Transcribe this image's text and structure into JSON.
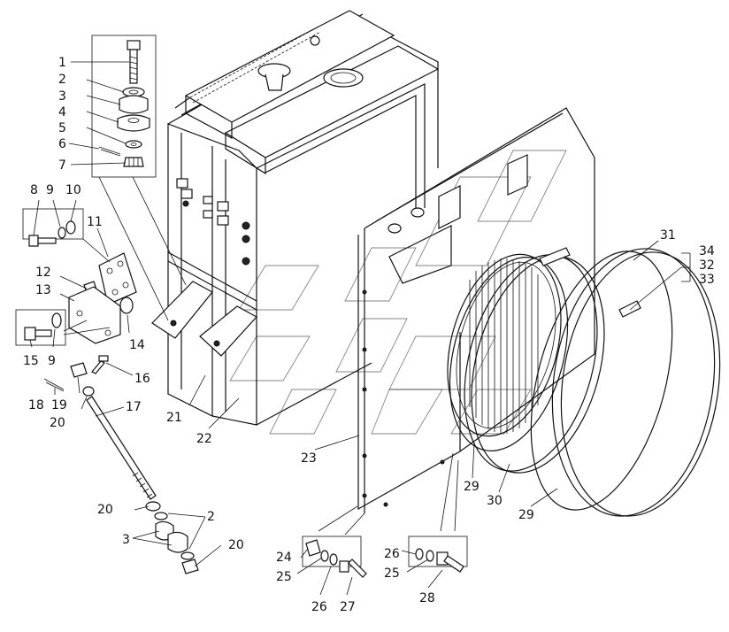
{
  "diagram": {
    "callouts": [
      {
        "id": "c1",
        "text": "1"
      },
      {
        "id": "c2",
        "text": "2"
      },
      {
        "id": "c3",
        "text": "3"
      },
      {
        "id": "c4",
        "text": "4"
      },
      {
        "id": "c5",
        "text": "5"
      },
      {
        "id": "c6",
        "text": "6"
      },
      {
        "id": "c7",
        "text": "7"
      },
      {
        "id": "c8",
        "text": "8"
      },
      {
        "id": "c9a",
        "text": "9"
      },
      {
        "id": "c10",
        "text": "10"
      },
      {
        "id": "c11",
        "text": "11"
      },
      {
        "id": "c12",
        "text": "12"
      },
      {
        "id": "c13",
        "text": "13"
      },
      {
        "id": "c14",
        "text": "14"
      },
      {
        "id": "c15",
        "text": "15"
      },
      {
        "id": "c9b",
        "text": "9"
      },
      {
        "id": "c16",
        "text": "16"
      },
      {
        "id": "c17",
        "text": "17"
      },
      {
        "id": "c18",
        "text": "18"
      },
      {
        "id": "c19",
        "text": "19"
      },
      {
        "id": "c20a",
        "text": "20"
      },
      {
        "id": "c21",
        "text": "21"
      },
      {
        "id": "c22",
        "text": "22"
      },
      {
        "id": "c23",
        "text": "23"
      },
      {
        "id": "c20b",
        "text": "20"
      },
      {
        "id": "c2b",
        "text": "2"
      },
      {
        "id": "c3b",
        "text": "3"
      },
      {
        "id": "c20c",
        "text": "20"
      },
      {
        "id": "c24",
        "text": "24"
      },
      {
        "id": "c25a",
        "text": "25"
      },
      {
        "id": "c26a",
        "text": "26"
      },
      {
        "id": "c27",
        "text": "27"
      },
      {
        "id": "c26b",
        "text": "26"
      },
      {
        "id": "c25b",
        "text": "25"
      },
      {
        "id": "c28",
        "text": "28"
      },
      {
        "id": "c29a",
        "text": "29"
      },
      {
        "id": "c30",
        "text": "30"
      },
      {
        "id": "c29b",
        "text": "29"
      },
      {
        "id": "c31",
        "text": "31"
      },
      {
        "id": "c34",
        "text": "34"
      },
      {
        "id": "c32",
        "text": "32"
      },
      {
        "id": "c33",
        "text": "33"
      }
    ]
  }
}
